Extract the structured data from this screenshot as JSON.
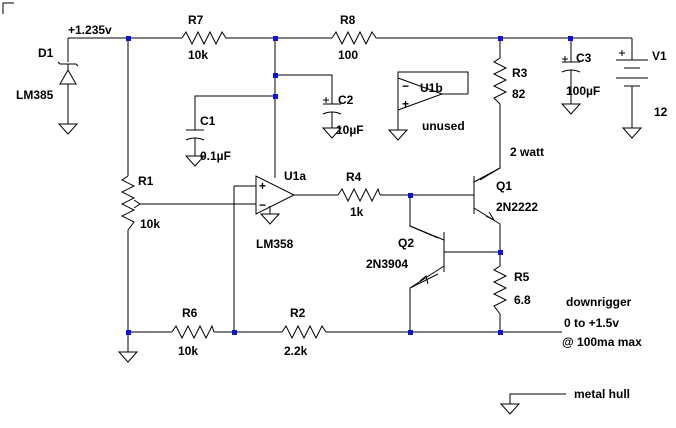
{
  "colors": {
    "wire": "#000000",
    "junction": "#1010dd",
    "background": "#ffffff"
  },
  "nets": {
    "vref": "+1.235v"
  },
  "components": {
    "D1": {
      "ref": "D1",
      "value": "LM385"
    },
    "R7": {
      "ref": "R7",
      "value": "10k"
    },
    "R8": {
      "ref": "R8",
      "value": "100"
    },
    "R1": {
      "ref": "R1",
      "value": "10k"
    },
    "C1": {
      "ref": "C1",
      "value": "0.1µF"
    },
    "C2": {
      "ref": "C2",
      "value": "10µF"
    },
    "U1b": {
      "ref": "U1b",
      "value": "unused"
    },
    "U1a": {
      "ref": "U1a",
      "value": "LM358"
    },
    "R3": {
      "ref": "R3",
      "value": "82",
      "note": "2 watt"
    },
    "C3": {
      "ref": "C3",
      "value": "100µF"
    },
    "V1": {
      "ref": "V1",
      "value": "12"
    },
    "R4": {
      "ref": "R4",
      "value": "1k"
    },
    "Q1": {
      "ref": "Q1",
      "value": "2N2222"
    },
    "Q2": {
      "ref": "Q2",
      "value": "2N3904"
    },
    "R5": {
      "ref": "R5",
      "value": "6.8"
    },
    "R6": {
      "ref": "R6",
      "value": "10k"
    },
    "R2": {
      "ref": "R2",
      "value": "2.2k"
    }
  },
  "opamp_pins": {
    "plus": "+",
    "minus": "−"
  },
  "output": {
    "line1": "downrigger",
    "line2": "0 to +1.5v",
    "line3": "@ 100ma max"
  },
  "hull": {
    "label": "metal hull"
  }
}
